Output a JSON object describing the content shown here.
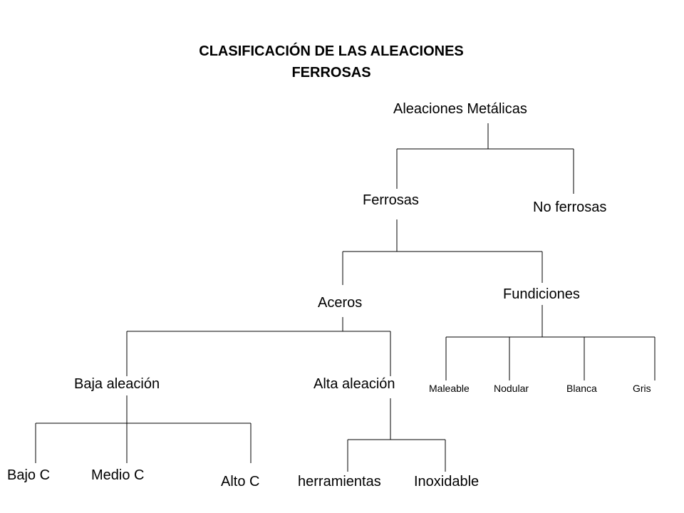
{
  "title": {
    "line1": "CLASIFICACIÓN DE LAS ALEACIONES",
    "line2": "FERROSAS"
  },
  "nodes": {
    "aleaciones_metalicas": "Aleaciones Metálicas",
    "ferrosas": "Ferrosas",
    "no_ferrosas": "No ferrosas",
    "aceros": "Aceros",
    "fundiciones": "Fundiciones",
    "baja_aleacion": "Baja aleación",
    "alta_aleacion": "Alta aleación",
    "maleable": "Maleable",
    "nodular": "Nodular",
    "blanca": "Blanca",
    "gris": "Gris",
    "bajo_c": "Bajo C",
    "medio_c": "Medio C",
    "alto_c": "Alto C",
    "herramientas": "herramientas",
    "inoxidable": "Inoxidable"
  }
}
